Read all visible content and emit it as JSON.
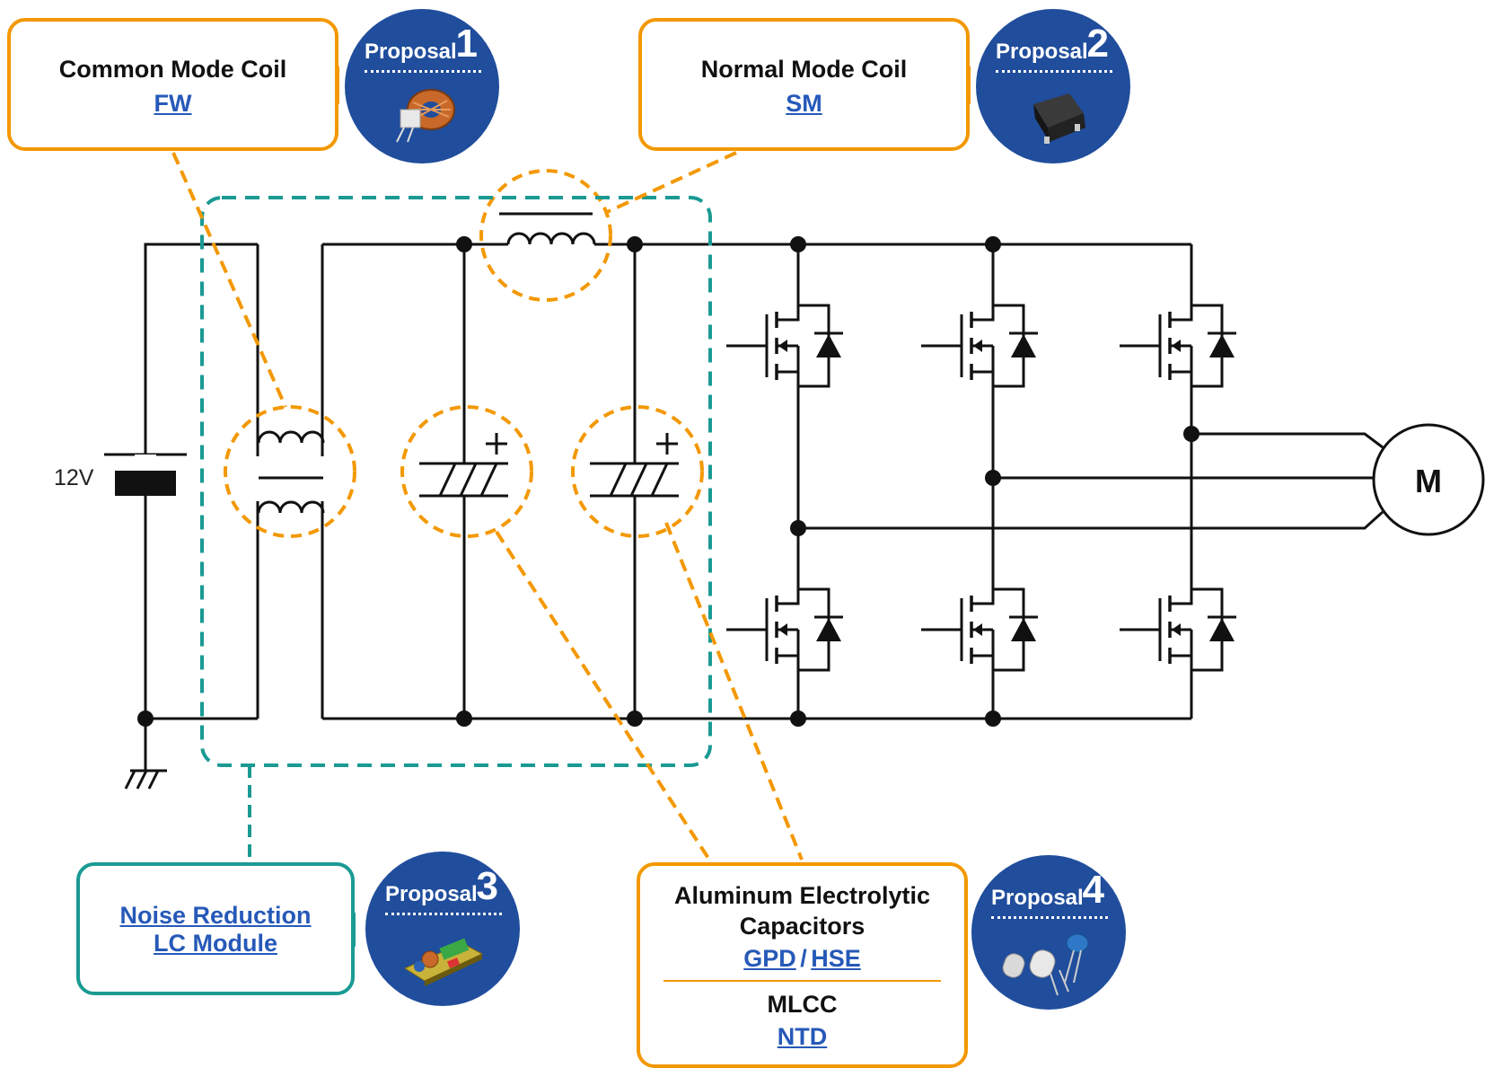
{
  "circuit": {
    "battery_label": "12V",
    "motor_label": "M"
  },
  "proposals": [
    {
      "badge_word": "Proposal",
      "badge_number": "1",
      "title": "Common Mode Coil",
      "links": [
        "FW"
      ],
      "image_icon": "toroid-coil-icon"
    },
    {
      "badge_word": "Proposal",
      "badge_number": "2",
      "title": "Normal Mode Coil",
      "links": [
        "SM"
      ],
      "image_icon": "smd-inductor-icon"
    },
    {
      "badge_word": "Proposal",
      "badge_number": "3",
      "links": [
        "Noise Reduction",
        "LC Module"
      ],
      "image_icon": "lc-module-board-icon"
    },
    {
      "badge_word": "Proposal",
      "badge_number": "4",
      "title_line1": "Aluminum Electrolytic",
      "title_line2": "Capacitors",
      "links": [
        "GPD",
        "HSE"
      ],
      "link_separator": "/",
      "title2": "MLCC",
      "links2": [
        "NTD"
      ],
      "image_icon": "capacitors-icon"
    }
  ],
  "colors": {
    "accent_orange": "#f39800",
    "accent_teal": "#1a9a93",
    "badge_blue": "#204d9c",
    "link_blue": "#2659b8"
  }
}
